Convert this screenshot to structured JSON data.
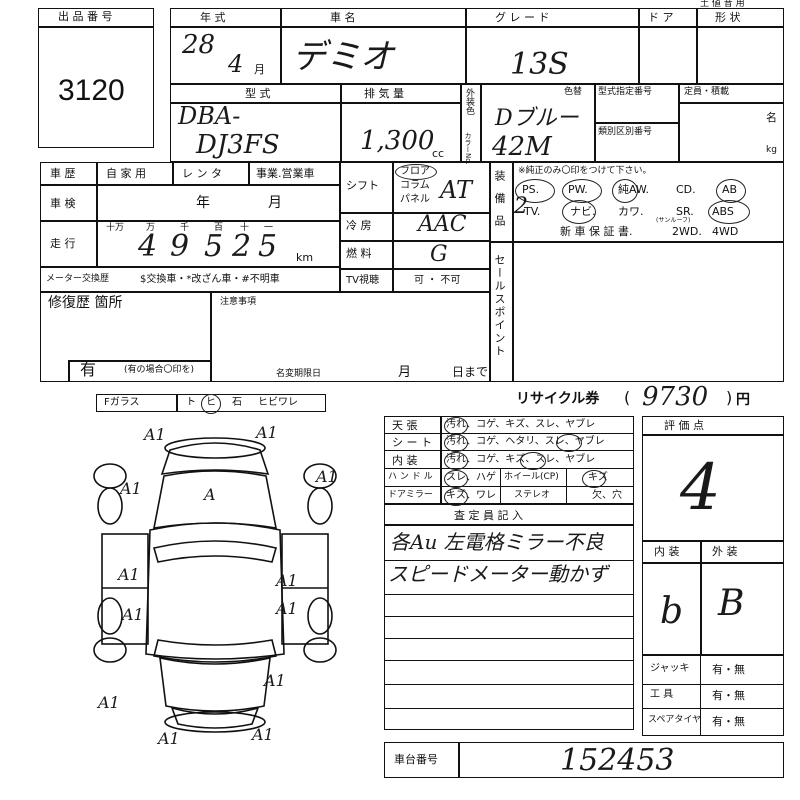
{
  "lot": {
    "label": "出 品 番 号",
    "number": "3120"
  },
  "header": {
    "year_label": "年 式",
    "car_label": "車 名",
    "grade_label": "グ レ ー ド",
    "door_label": "ド ア",
    "shape_label": "形 状",
    "top_right": "土 値 昔 用",
    "year_value": "28",
    "month_value": "4",
    "month_unit": "月",
    "car_name": "デミオ",
    "grade": "13S"
  },
  "model": {
    "label": "型 式",
    "prefix": "DBA-",
    "code": "DJ3FS",
    "displacement_label": "排 気 量",
    "displacement": "1,300",
    "cc": "cc"
  },
  "color": {
    "exterior_label": "外装色",
    "color_no_label": "カラーNo.",
    "repaint_label": "色替",
    "value": "Dブルー",
    "code": "42M",
    "type_designation_label": "型式指定番号",
    "class_label": "類別区別番号",
    "capacity_label": "定員・積載",
    "persons_unit": "名",
    "kg_unit": "kg"
  },
  "history": {
    "label": "車 歴",
    "options": [
      "自 家 用",
      "レ ン タ",
      "事業.営業車"
    ],
    "inspection_label": "車 検",
    "year_unit": "年",
    "month_unit": "月",
    "mileage_label": "走 行",
    "digit_units": [
      "十万",
      "万",
      "千",
      "百",
      "十",
      "一"
    ],
    "mileage_digits": [
      "4",
      "9",
      "5",
      "2",
      "5"
    ],
    "km": "km",
    "meter_label": "メーター交換歴",
    "meter_options": "$交換車・*改ざん車・#不明車"
  },
  "shift": {
    "label": "シフト",
    "options": [
      "フロア",
      "コラム",
      "パネル"
    ],
    "value": "AT",
    "ac_label": "冷 房",
    "ac_value": "AAC",
    "fuel_label": "燃 料",
    "fuel_value": "G",
    "tv_label": "TV視聴",
    "tv_value": "可 ・ 不可"
  },
  "equipment": {
    "label": "装 備 品",
    "note": "※純正のみ〇印をつけて下さい。",
    "row1": [
      "PS.",
      "PW.",
      "純AW.",
      "CD.",
      "AB"
    ],
    "row2": [
      "TV.",
      "ナビ.",
      "カワ.",
      "SR.",
      "ABS"
    ],
    "sunroof": "(サンルーフ)",
    "row3": [
      "新 車 保 証 書.",
      "2WD.",
      "4WD"
    ],
    "drive_mark": "2"
  },
  "sales_point_label": "セールスポイント",
  "repair": {
    "label": "修復歴 箇所",
    "has": "有",
    "note": "(有の場合〇印を)",
    "caution_label": "注意事項",
    "deadline_label": "名変期限日",
    "month_unit": "月",
    "day_unit": "日まで"
  },
  "glass": {
    "label": "Fガラス",
    "options": [
      "ト",
      "ヒ",
      "石",
      "ヒビワレ"
    ]
  },
  "diagram_marks": [
    "A1",
    "A1",
    "A1",
    "A",
    "A1",
    "A1",
    "A1",
    "A1",
    "A1",
    "A1",
    "A1",
    "A1",
    "A1"
  ],
  "recycle": {
    "label": "リサイクル券",
    "amount": "9730",
    "unit": "円"
  },
  "interior": {
    "rows": [
      {
        "label": "天 張",
        "values": "汚れ、コゲ、キズ、スレ、ヤブレ"
      },
      {
        "label": "シ ー ト",
        "values": "汚れ、コゲ、ヘタリ、スレ、ヤブレ"
      },
      {
        "label": "内 装",
        "values": "汚れ、コゲ、キズ、スレ、ヤブレ"
      },
      {
        "label": "ハ ン ド ル",
        "values": "スレ、ハゲ",
        "extra_label": "ホイール(CP)",
        "extra_value": "キズ"
      },
      {
        "label": "ドアミラー",
        "values": "キズ、ワレ",
        "extra_label": "ステレオ",
        "extra_value": "欠、穴"
      }
    ]
  },
  "inspector": {
    "label": "査 定 員 記 入",
    "line1": "各Au 左電格ミラー不良",
    "line2": "スピードメーター動かず"
  },
  "rating": {
    "label": "評 価 点",
    "score": "4",
    "interior_label": "内 装",
    "exterior_label": "外 装",
    "interior": "b",
    "exterior": "B"
  },
  "tools": [
    {
      "label": "ジャッキ",
      "value": "有・無"
    },
    {
      "label": "工 具",
      "value": "有・無"
    },
    {
      "label": "スペアタイヤ",
      "value": "有・無"
    }
  ],
  "chassis": {
    "label": "車台番号",
    "value": "152453"
  }
}
